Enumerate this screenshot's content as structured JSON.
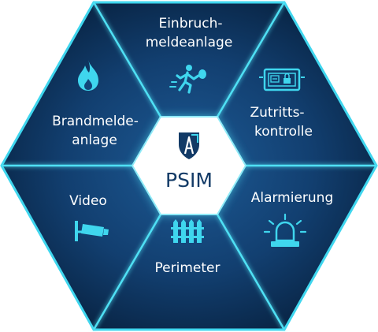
{
  "center": {
    "label": "PSIM"
  },
  "segments": [
    {
      "id": "einbruch",
      "lines": [
        "Einbruch-",
        "meldeanlage"
      ],
      "icon": "running-thief-icon"
    },
    {
      "id": "zutritt",
      "lines": [
        "Zutritts-",
        "kontrolle"
      ],
      "icon": "access-control-panel-icon"
    },
    {
      "id": "alarm",
      "lines": [
        "Alarmierung"
      ],
      "icon": "alarm-beacon-icon"
    },
    {
      "id": "perimeter",
      "lines": [
        "Perimeter"
      ],
      "icon": "fence-icon"
    },
    {
      "id": "video",
      "lines": [
        "Video"
      ],
      "icon": "surveillance-camera-icon"
    },
    {
      "id": "brand",
      "lines": [
        "Brandmelde-",
        "anlage"
      ],
      "icon": "fire-icon"
    }
  ],
  "colors": {
    "outer_dark": "#08223f",
    "mid_blue": "#13457a",
    "glow_cyan": "#3fd6ee",
    "center_fill": "#ffffff",
    "center_text": "#123a66"
  }
}
